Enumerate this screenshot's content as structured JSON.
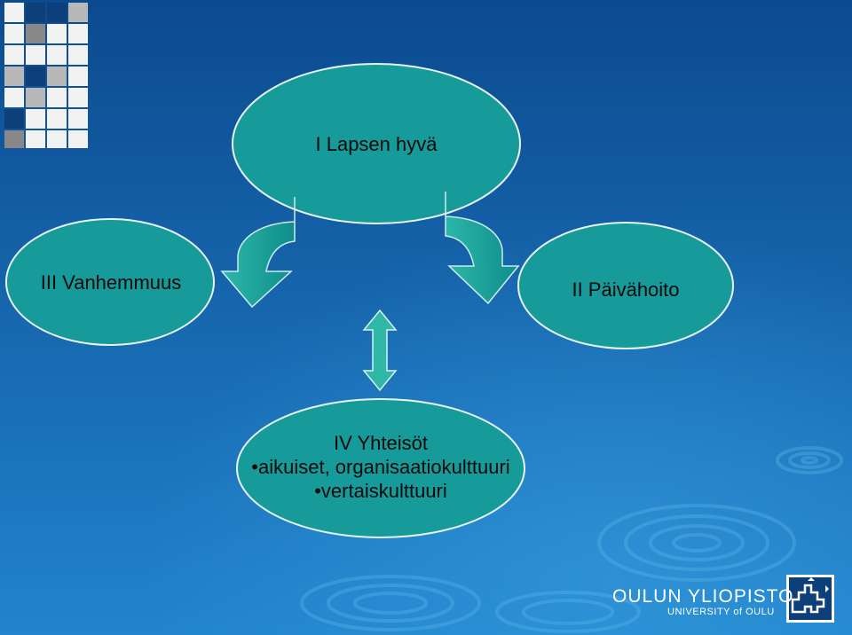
{
  "diagram": {
    "node_child": "I Lapsen hyvä",
    "node_daycare": "II Päivähoito",
    "node_parenthood": "III Vanhemmuus",
    "node_community": {
      "title": "IV Yhteisöt",
      "bullets": [
        "•aikuiset, organisaatiokulttuuri",
        "•vertaiskulttuuri"
      ]
    }
  },
  "logo": {
    "name": "OULUN YLIOPISTO",
    "subname": "UNIVERSITY of OULU"
  },
  "colors": {
    "background_top": "#0c4a8f",
    "background_bottom": "#1e7fc8",
    "ellipse_fill": "#169a9a",
    "ellipse_stroke": "#e8f4f4",
    "arrow_fill": "#1aa39a",
    "double_arrow_fill": "#2fb8a6",
    "square_navy": "#0d3f7a",
    "square_gray": "#b8b8b8",
    "square_dark_gray": "#888888",
    "square_white": "#f2f2f2"
  }
}
